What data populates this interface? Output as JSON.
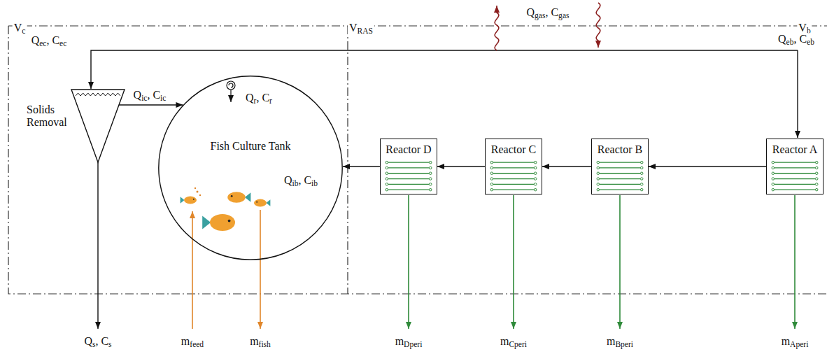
{
  "diagram": {
    "nodes": [
      {
        "text": [
          "Solids Removal"
        ]
      },
      {
        "text": [
          "Fish Culture Tank"
        ]
      },
      {
        "text": [
          "Reactor D"
        ]
      },
      {
        "text": [
          "Reactor C"
        ]
      },
      {
        "text": [
          "Reactor B"
        ]
      },
      {
        "text": [
          "Reactor A"
        ]
      }
    ],
    "edges": [
      {
        "from": 5,
        "to": 4,
        "arrow": "to"
      },
      {
        "from": 4,
        "to": 3,
        "arrow": "to"
      },
      {
        "from": 3,
        "to": 2,
        "arrow": "to"
      },
      {
        "from": 2,
        "to": 1,
        "arrow": "to"
      },
      {
        "from": 0,
        "to": 1,
        "arrow": "to"
      }
    ],
    "labels": [
      "Vc",
      "VRAS",
      "Vb",
      "Qgas, Cgas",
      "Qec, Cec",
      "Qeb, Ceb",
      "Qic, Cic",
      "Qr, Cr",
      "Qib, Cib",
      "Qs, Cs",
      "mfeed",
      "mfish",
      "mDperi",
      "mCperi",
      "mBperi",
      "mAperi"
    ]
  }
}
